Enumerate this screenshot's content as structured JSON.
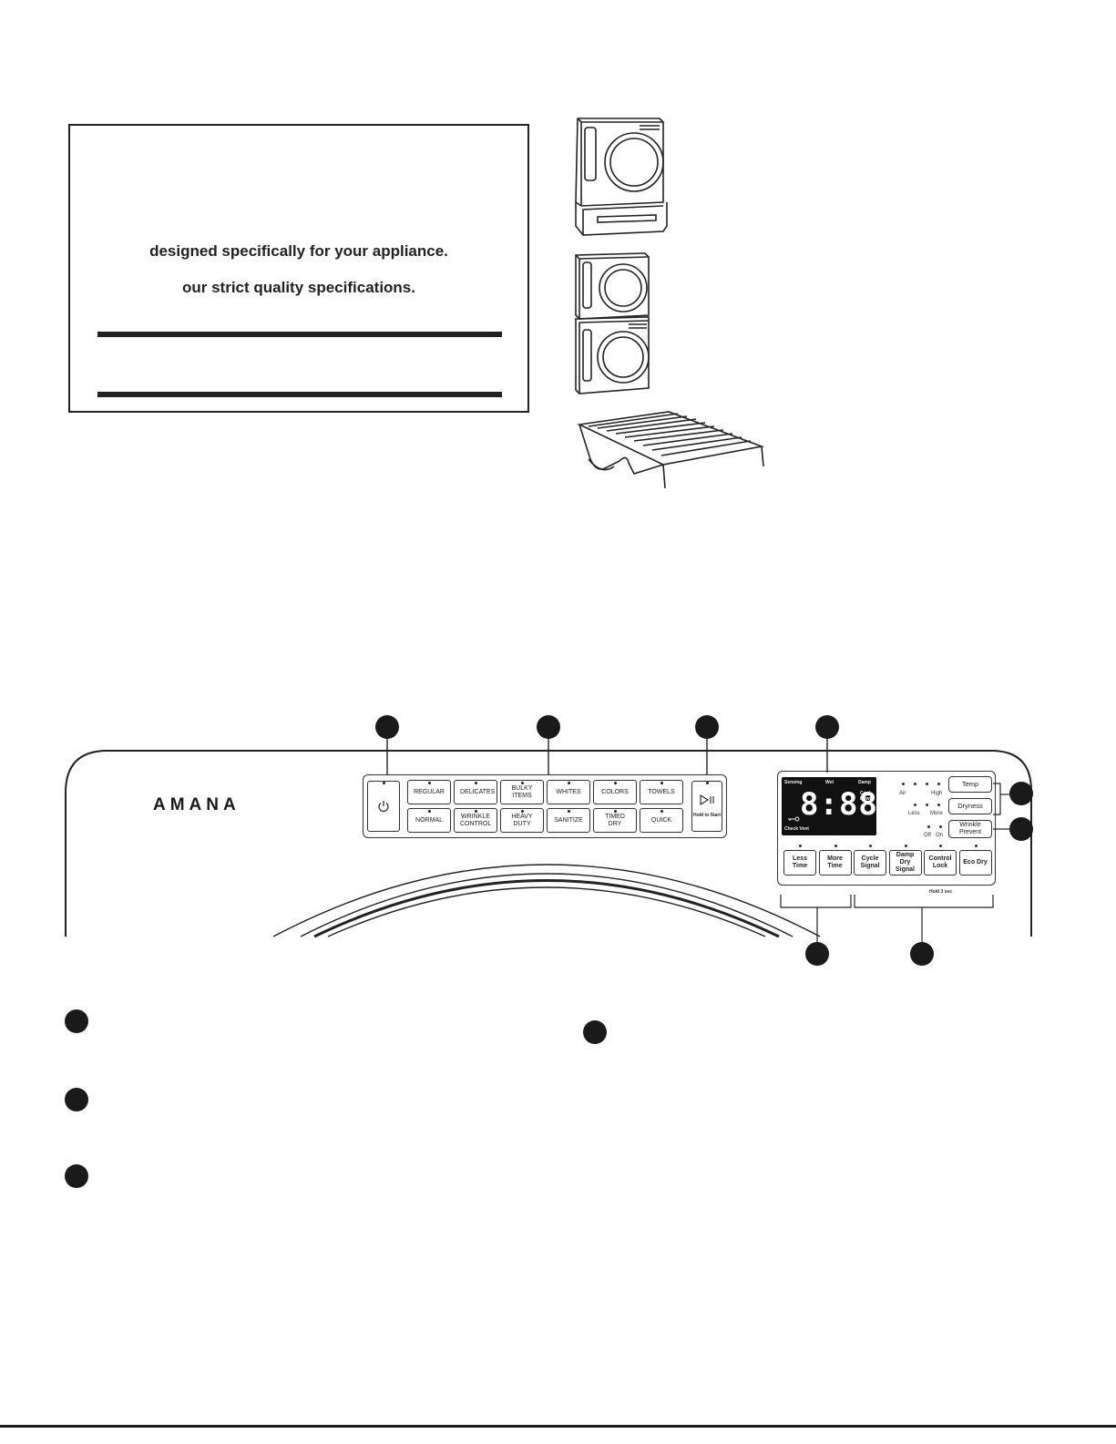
{
  "notice": {
    "line1": "designed specifically for your appliance.",
    "line2": "our strict quality specifications."
  },
  "illustrations": {
    "pedestal": "dryer-on-pedestal",
    "stacked": "stacked-washer-dryer",
    "rack": "drying-rack"
  },
  "panel": {
    "brand": "AMANA",
    "cycles_top": [
      {
        "id": "regular",
        "label": "REGULAR"
      },
      {
        "id": "delicates",
        "label": "DELICATES"
      },
      {
        "id": "bulky",
        "label": "BULKY ITEMS"
      },
      {
        "id": "whites",
        "label": "WHITES"
      },
      {
        "id": "colors",
        "label": "COLORS"
      },
      {
        "id": "towels",
        "label": "TOWELS"
      }
    ],
    "cycles_bottom": [
      {
        "id": "normal",
        "label": "NORMAL"
      },
      {
        "id": "wrinkle-control",
        "label": "WRINKLE CONTROL"
      },
      {
        "id": "heavy-duty",
        "label": "HEAVY DUTY"
      },
      {
        "id": "sanitize",
        "label": "SANITIZE"
      },
      {
        "id": "timed-dry",
        "label": "TIMED DRY"
      },
      {
        "id": "quick",
        "label": "QUICK"
      }
    ],
    "start_hint": "Hold to Start",
    "display": {
      "sensing": "Sensing",
      "wet": "Wet",
      "damp": "Damp",
      "cool_down": "Cool Down",
      "check_vent": "Check Vent",
      "digits": "8:88"
    },
    "temp_levels": {
      "low": "Air",
      "high": "High"
    },
    "dryness_levels": {
      "low": "Less",
      "high": "More"
    },
    "wrinkle_levels": {
      "off": "Off",
      "on": "On"
    },
    "options": {
      "temp": "Temp",
      "dryness": "Dryness",
      "wrinkle_prevent": "Wrinkle Prevent"
    },
    "bottom_buttons": [
      {
        "id": "less-time",
        "label": "Less Time"
      },
      {
        "id": "more-time",
        "label": "More Time"
      },
      {
        "id": "cycle-signal",
        "label": "Cycle Signal"
      },
      {
        "id": "damp-dry-signal",
        "label": "Damp Dry Signal"
      },
      {
        "id": "control-lock",
        "label": "Control Lock"
      },
      {
        "id": "eco-dry",
        "label": "Eco Dry"
      }
    ],
    "hold_label": "Hold 3 sec"
  },
  "colors": {
    "ink": "#1a1a1a",
    "lcd": "#111111"
  }
}
